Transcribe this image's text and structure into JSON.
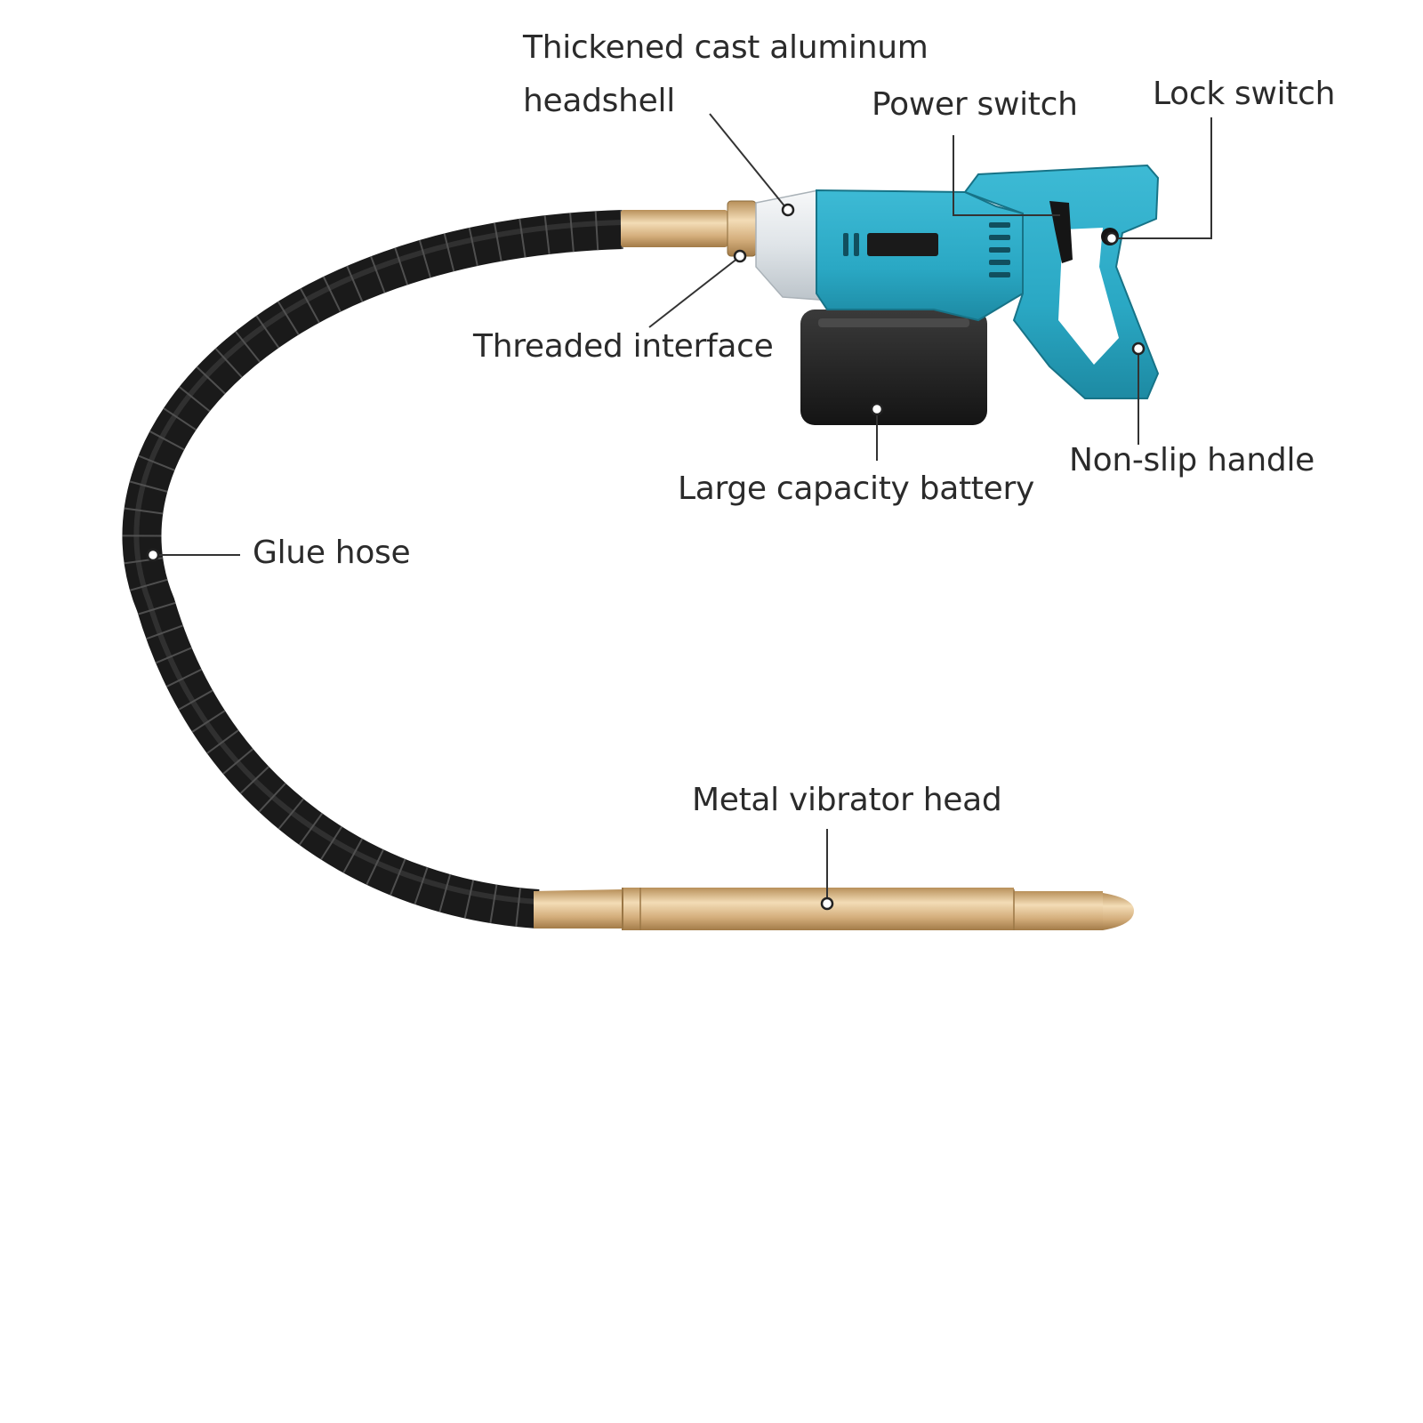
{
  "labels": {
    "headshell_line1": "Thickened cast aluminum",
    "headshell_line2": "headshell",
    "power_switch": "Power switch",
    "lock_switch": "Lock switch",
    "threaded_interface": "Threaded interface",
    "battery": "Large capacity battery",
    "handle": "Non-slip handle",
    "hose": "Glue hose",
    "vibrator_head": "Metal vibrator head"
  },
  "colors": {
    "body": "#2aa8c4",
    "body_dark": "#1d7f96",
    "hose": "#1f1f1f",
    "brass": "#d9b98a",
    "battery": "#222222",
    "headshell": "#e8ecef"
  }
}
